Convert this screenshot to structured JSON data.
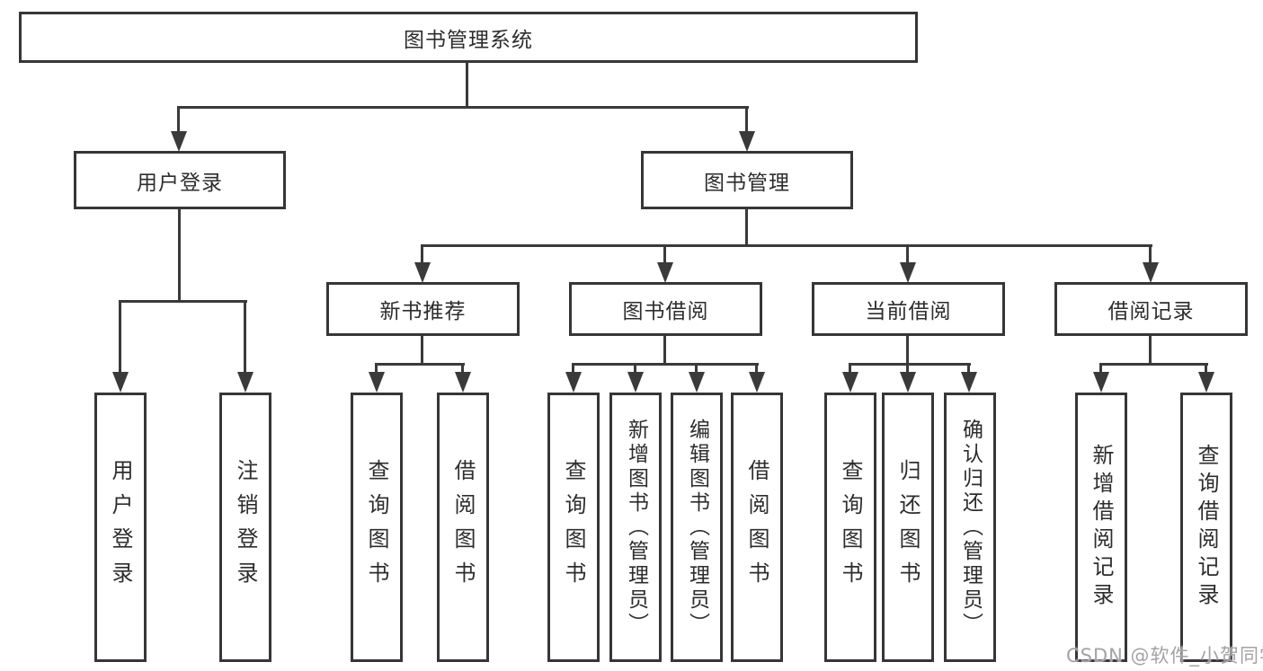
{
  "tree": {
    "root": "图书管理系统",
    "children": [
      {
        "label": "用户登录",
        "children": [
          {
            "label": "用户登录"
          },
          {
            "label": "注销登录"
          }
        ]
      },
      {
        "label": "图书管理",
        "children": [
          {
            "label": "新书推荐",
            "children": [
              {
                "label": "查询图书"
              },
              {
                "label": "借阅图书"
              }
            ]
          },
          {
            "label": "图书借阅",
            "children": [
              {
                "label": "查询图书"
              },
              {
                "label": "新增图书（管理员）"
              },
              {
                "label": "编辑图书（管理员）"
              },
              {
                "label": "借阅图书"
              }
            ]
          },
          {
            "label": "当前借阅",
            "children": [
              {
                "label": "查询图书"
              },
              {
                "label": "归还图书"
              },
              {
                "label": "确认归还（管理员）"
              }
            ]
          },
          {
            "label": "借阅记录",
            "children": [
              {
                "label": "新增借阅记录"
              },
              {
                "label": "查询借阅记录"
              }
            ]
          }
        ]
      }
    ]
  },
  "watermark": {
    "text": "CSDN @软件_小贺同学"
  },
  "colors": {
    "line": "#3a3a3a",
    "box_border": "#363636",
    "text": "#2d2d2d",
    "watermark": "#a3a3a3",
    "background": "#ffffff"
  }
}
